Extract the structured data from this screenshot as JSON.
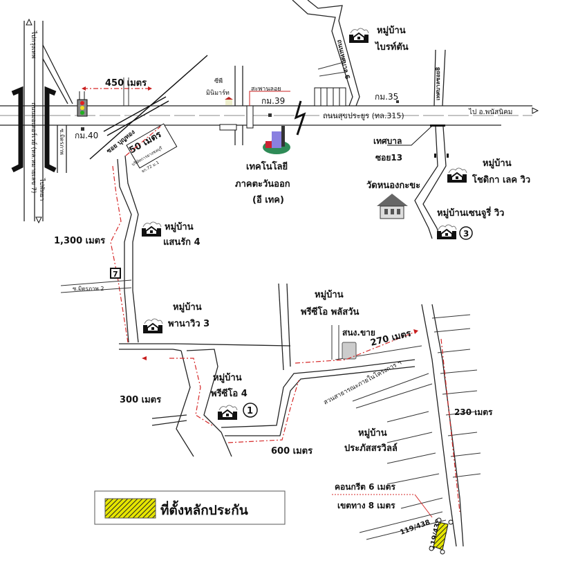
{
  "map": {
    "legend": {
      "label": "ที่ตั้งหลักประกัน",
      "swatch_color": "#e6e600",
      "hatch_color": "#222222"
    },
    "roads": {
      "main_road": "ถนนสุขประยูร (ทล.315)",
      "to_phanat": "ไป อ.พนัสนิคม",
      "highway_left": "ถนนมอเตอร์เวย์ (ทล.หมายเลข 7)",
      "to_bangkok": "ไปกรุงเทพ",
      "to_pattaya": "ไปพัทยา",
      "soi_mitraphap": "ซ.มิตรภาพ",
      "soi_mitraphap2": "ซ.มิตรภาพ 2",
      "soi_boonthong": "ซอย บุญทอง",
      "thetsaban6": "ถนนเทศบาล 6",
      "thetsaban_soi8": "เทศบาลซอย8",
      "thetsaban": "เทศบาล",
      "soi13": "ซอย13",
      "park": "สวนสาธารณะภายในโครงการ ฯ",
      "concrete": "คอนกรีต 6 เมตร",
      "row": "เขตทาง 8 เมตร"
    },
    "km_markers": {
      "km40": "กม.40",
      "km39": "กม.39",
      "km35": "กม.35"
    },
    "landmarks": {
      "cp": [
        "ซีพี",
        "มินิมาร์ท"
      ],
      "bridge": "สะพานลอย",
      "etech": [
        "เทคโนโลยี",
        "ภาคตะวันออก",
        "(อี เทค)"
      ],
      "temple": "วัดหนองกะขะ",
      "sign": [
        "50 เมตร",
        "บริษัทการยางชลบุรี",
        "จก.72 ม.1"
      ],
      "seven_eleven": "7",
      "office": "สนง.ขาย",
      "plot_a": "119/438",
      "plot_b": "119/439"
    },
    "villages": {
      "bright": [
        "หมู่บ้าน",
        "ไบรท์ตัน"
      ],
      "chodika": [
        "หมู่บ้าน",
        "โชดิกา เลค วิว"
      ],
      "century": "หมู่บ้านเซนจูรี่ วิว",
      "saenrak": [
        "หมู่บ้าน",
        "แสนรัก 4"
      ],
      "panawiew": [
        "หมู่บ้าน",
        "พานาวิว 3"
      ],
      "preecio_plus": [
        "หมู่บ้าน",
        "พรีซีโอ พลัสวัน"
      ],
      "preecio4": [
        "หมู่บ้าน",
        "พรีซีโอ 4"
      ],
      "prapassorn": [
        "หมู่บ้าน",
        "ประภัสสรวิลล์"
      ]
    },
    "badges": {
      "one": "1",
      "three": "3"
    },
    "distances": {
      "d450": "450 เมตร",
      "d1300": "1,300 เมตร",
      "d270": "270 เมตร",
      "d300": "300 เมตร",
      "d600": "600 เมตร",
      "d230": "230 เมตร"
    },
    "colors": {
      "route": "#d62828",
      "traffic_red": "#e02020",
      "traffic_yellow": "#f0e020",
      "traffic_green": "#20b020"
    }
  }
}
